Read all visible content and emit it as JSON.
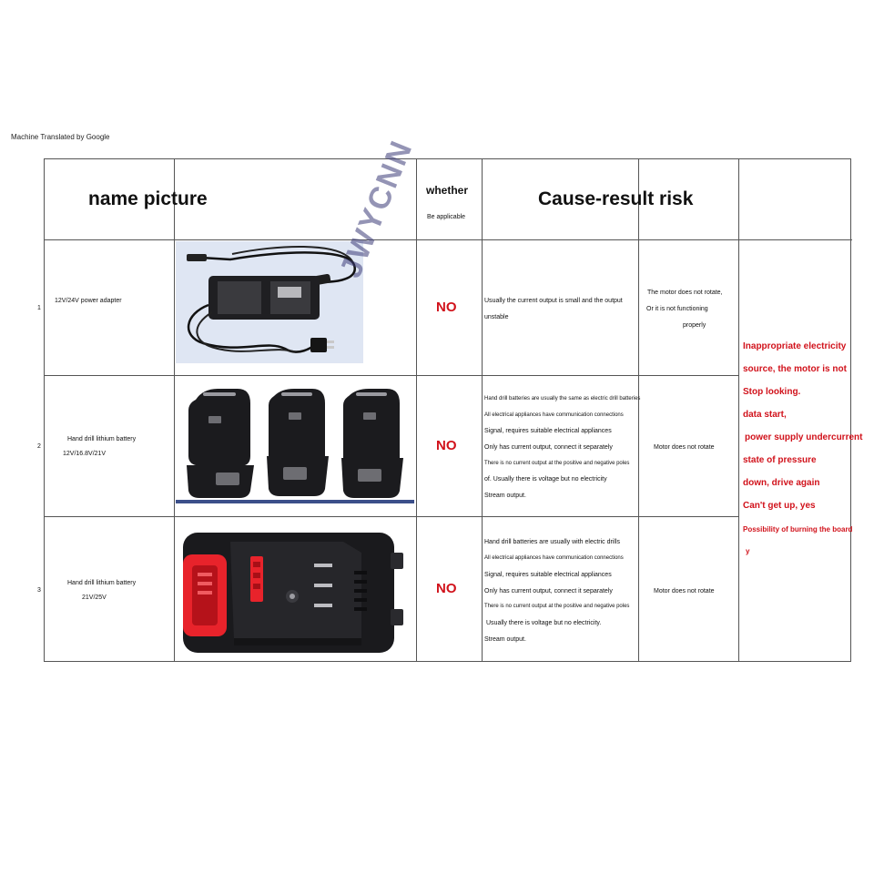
{
  "note": "Machine Translated by Google",
  "header": {
    "name_picture": "name picture",
    "whether": "whether",
    "be_applicable": "Be applicable",
    "cause_result": "Cause-result risk"
  },
  "rows": [
    {
      "num": "1",
      "name_lines": [
        "12V/24V power adapter"
      ],
      "applicable": "NO",
      "cause_lines": [
        "Usually the current output is small and the output",
        "unstable"
      ],
      "result_lines": [
        "The motor does not rotate,",
        "Or it is not functioning",
        "properly"
      ],
      "image": "power-adapter"
    },
    {
      "num": "2",
      "name_lines": [
        "Hand drill lithium battery",
        "12V/16.8V/21V"
      ],
      "applicable": "NO",
      "cause_lines": [
        "Hand drill batteries are usually the same as electric drill batteries",
        "All electrical appliances have communication connections",
        "Signal, requires suitable electrical appliances",
        "Only has current output, connect it separately",
        "There is no current output at the positive and negative poles",
        "of. Usually there is voltage but no electricity",
        "Stream output."
      ],
      "result_lines": [
        "Motor does not rotate"
      ],
      "image": "drill-batteries"
    },
    {
      "num": "3",
      "name_lines": [
        "Hand drill lithium battery",
        "21V/25V"
      ],
      "applicable": "NO",
      "cause_lines": [
        "Hand drill batteries are usually with electric drills",
        "All electrical appliances have communication connections",
        "Signal, requires suitable electrical appliances",
        "Only has current output, connect it separately",
        "There is no current output at the positive and negative poles",
        "Usually there is voltage but no electricity.",
        "Stream output."
      ],
      "result_lines": [
        "Motor does not rotate"
      ],
      "image": "large-battery"
    }
  ],
  "risk_lines": [
    "Inappropriate electricity",
    "source, the motor is not",
    "Stop looking.",
    "data start,",
    "power supply undercurrent",
    "state of pressure",
    "down, drive again",
    "Can't get up, yes",
    "Possibility of burning the board",
    "y"
  ],
  "watermark": "JWYCNN",
  "colors": {
    "accent_red": "#d1121b",
    "battery_red": "#e8232b",
    "battery_dark": "#1b1b1e",
    "adapter_bg": "#dfe6f3"
  }
}
